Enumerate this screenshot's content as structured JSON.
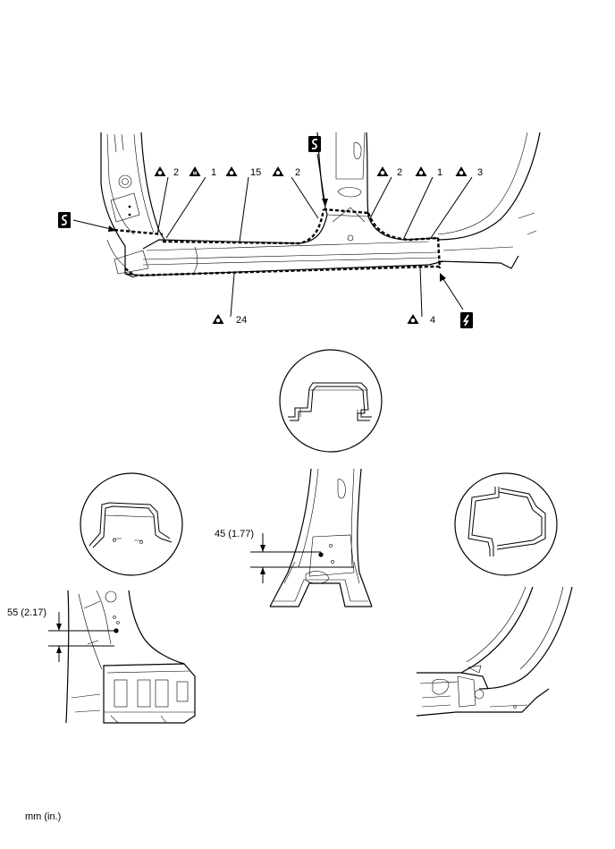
{
  "callouts": {
    "c1": "2",
    "c2": "1",
    "c3": "15",
    "c4": "2",
    "c5": "2",
    "c6": "1",
    "c7": "3",
    "c8": "24",
    "c9": "4"
  },
  "dimensions": {
    "rear": "45 (1.77)",
    "front": "55 (2.17)"
  },
  "unit_note": "mm (in.)",
  "icons": {
    "spot_weld": "triangle-circle-icon",
    "mig_weld": "triangle-m-icon",
    "cut_saw": "s-curve-box-icon",
    "cut_plasma": "lightning-box-icon"
  }
}
